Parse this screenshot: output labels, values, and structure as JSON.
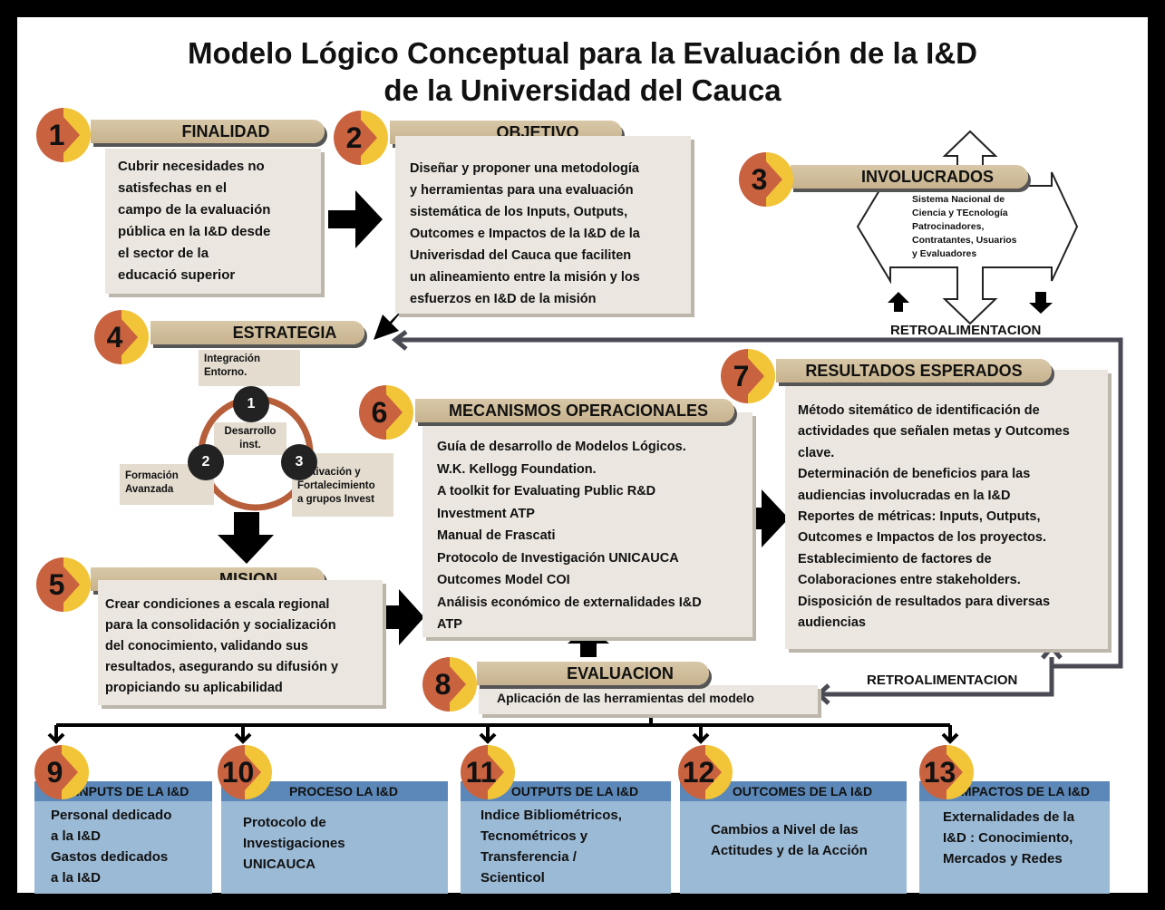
{
  "title": {
    "line1": "Modelo Lógico Conceptual para la Evaluación de la I&D",
    "line2": "de la Universidad del Cauca"
  },
  "finalidad": {
    "number": "1",
    "heading": "FINALIDAD",
    "lines": [
      "Cubrir necesidades no",
      "satisfechas en el",
      "campo de la evaluación",
      "pública en la I&D desde",
      "el sector de la",
      "educació superior"
    ]
  },
  "objetivo": {
    "number": "2",
    "heading": "OBJETIVO",
    "lines": [
      "Diseñar y proponer una metodología",
      "y herramientas para una evaluación",
      "sistemática de los Inputs, Outputs,",
      "Outcomes e Impactos de la I&D de la",
      "Univerisdad del Cauca que faciliten",
      "un alineamiento entre la misión y los",
      "esfuerzos en I&D de la misión"
    ]
  },
  "involucrados": {
    "number": "3",
    "heading": "INVOLUCRADOS",
    "lines": [
      "Sistema Nacional de",
      "Ciencia y TEcnología",
      "Patrocinadores,",
      "Contratantes, Usuarios",
      "y Evaluadores"
    ]
  },
  "estrategia": {
    "number": "4",
    "heading": "ESTRATEGIA",
    "nodes": [
      "1",
      "2",
      "3"
    ],
    "tags": {
      "integracion": [
        "Integración",
        "Entorno."
      ],
      "desarrollo": [
        "Desarrollo",
        "inst."
      ],
      "formacion": [
        "Formación",
        "Avanzada"
      ],
      "motivacion": [
        "Motivación y",
        "Fortalecimiento",
        "a grupos Invest"
      ]
    }
  },
  "mision": {
    "number": "5",
    "heading": "MISION",
    "lines": [
      "Crear condiciones a escala regional",
      "para la consolidación y socialización",
      "del conocimiento, validando sus",
      "resultados, asegurando su difusión y",
      "propiciando su aplicabilidad"
    ]
  },
  "mecanismos": {
    "number": "6",
    "heading": "MECANISMOS OPERACIONALES",
    "lines": [
      "Guía de desarrollo de Modelos Lógicos.",
      "W.K. Kellogg Foundation.",
      "A toolkit for Evaluating Public R&D",
      "Investment ATP",
      "Manual de Frascati",
      "Protocolo de Investigación UNICAUCA",
      "Outcomes Model COI",
      "Análisis económico de externalidades I&D",
      "ATP"
    ]
  },
  "resultados": {
    "number": "7",
    "heading": "RESULTADOS ESPERADOS",
    "lines": [
      "Método sitemático de identificación de",
      "actividades que señalen metas y Outcomes",
      "clave.",
      "Determinación de beneficios para las",
      "audiencias involucradas en la I&D",
      "Reportes de métricas: Inputs, Outputs,",
      "Outcomes e Impactos de los proyectos.",
      "Establecimiento de factores de",
      "Colaboraciones entre stakeholders.",
      "Disposición de resultados para diversas",
      "audiencias"
    ]
  },
  "evaluacion": {
    "number": "8",
    "heading": "EVALUACION",
    "text": "Aplicación de las herramientas del modelo"
  },
  "retro": {
    "top": "RETROALIMENTACION",
    "bottom": "RETROALIMENTACION"
  },
  "bottom_boxes": [
    {
      "number": "9",
      "heading": "INPUTS DE LA I&D",
      "lines": [
        "Personal dedicado",
        "a la I&D",
        "Gastos dedicados",
        "a la I&D"
      ]
    },
    {
      "number": "10",
      "heading": "PROCESO LA I&D",
      "lines": [
        "Protocolo de",
        "Investigaciones",
        "UNICAUCA"
      ]
    },
    {
      "number": "11",
      "heading": "OUTPUTS DE LA I&D",
      "lines": [
        "Indice Bibliométricos,",
        "Tecnométricos y",
        "Transferencia /",
        "Scienticol"
      ]
    },
    {
      "number": "12",
      "heading": "OUTCOMES DE LA I&D",
      "lines": [
        "Cambios a Nivel de las",
        "Actitudes y de la Acción"
      ]
    },
    {
      "number": "13",
      "heading": "IMPACTOS DE LA I&D",
      "lines": [
        "Externalidades de la",
        "I&D : Conocimiento,",
        "Mercados y Redes"
      ]
    }
  ]
}
